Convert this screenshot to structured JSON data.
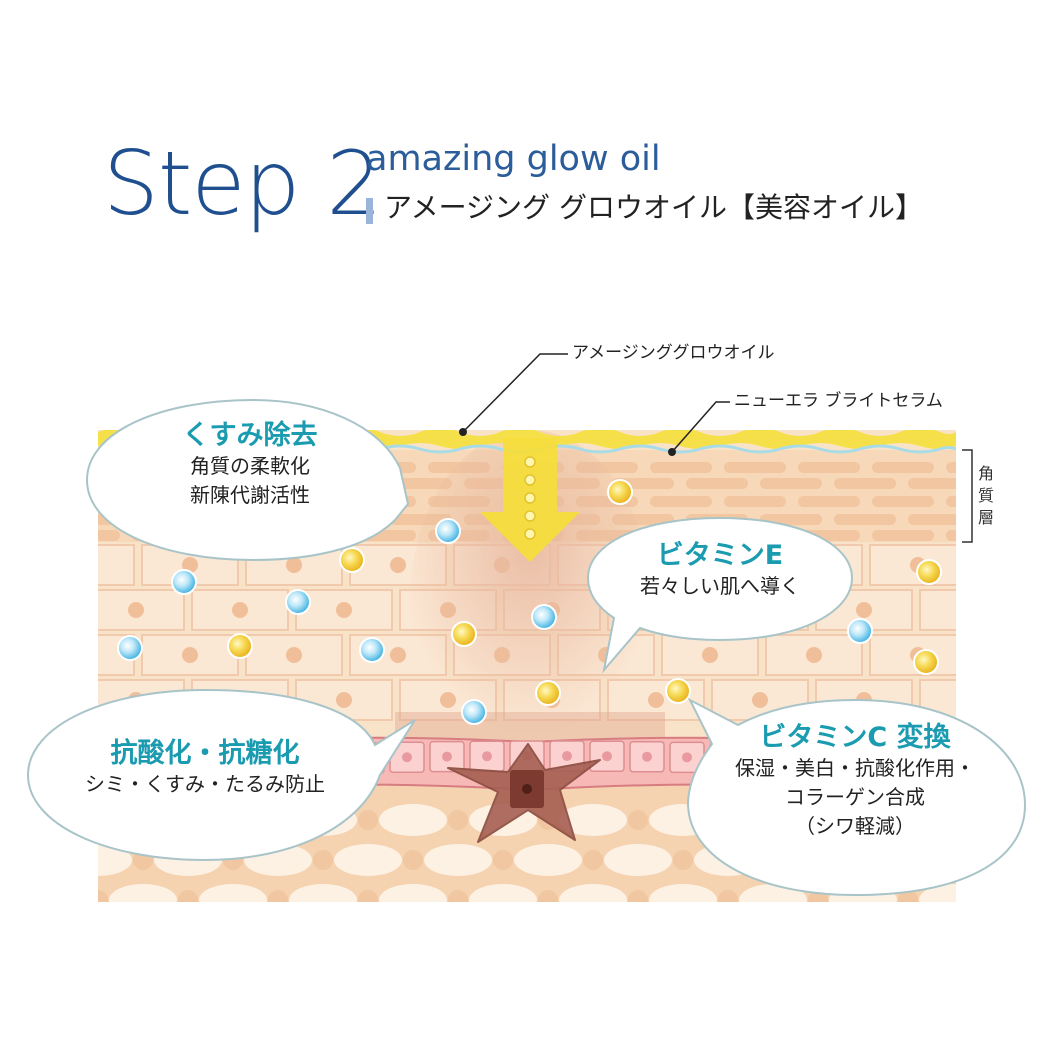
{
  "header": {
    "step": "Step 2",
    "product_en": "amazing glow oil",
    "product_ja": "アメージング グロウオイル【美容オイル】"
  },
  "labels": {
    "oil": "アメージンググロウオイル",
    "serum": "ニューエラ ブライトセラム",
    "stratum_corneum": [
      "角",
      "質",
      "層"
    ]
  },
  "bubbles": {
    "dullness": {
      "title": "くすみ除去",
      "lines": [
        "角質の柔軟化",
        "新陳代謝活性"
      ]
    },
    "vitamin_e": {
      "title": "ビタミンE",
      "lines": [
        "若々しい肌へ導く"
      ]
    },
    "antioxidant": {
      "title": "抗酸化・抗糖化",
      "lines": [
        "シミ・くすみ・たるみ防止"
      ]
    },
    "vitamin_c": {
      "title": "ビタミンC 変換",
      "lines": [
        "保湿・美白・抗酸化作用・",
        "コラーゲン合成",
        "（シワ軽減）"
      ]
    }
  },
  "colors": {
    "title_blue": "#1f4f8f",
    "bubble_heading": "#1a9bb0",
    "oil_yellow": "#f6e04a",
    "vitamin_blue": "#56bde6",
    "vitamin_yellow": "#f3c72a",
    "skin_peach": "#f8dcc0",
    "cell_pink": "#f2a5a5",
    "melanocyte_brown": "#9a5a4a"
  }
}
